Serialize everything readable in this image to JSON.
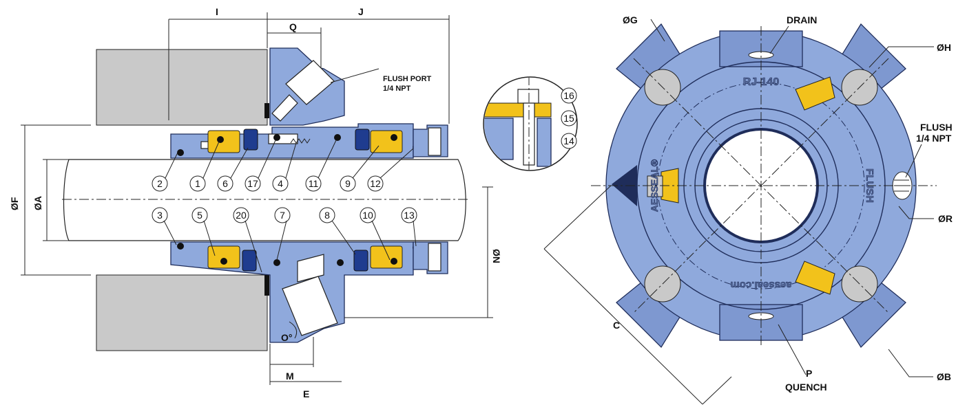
{
  "section_view": {
    "dimensions": {
      "I": "I",
      "J": "J",
      "Q": "Q",
      "M": "M",
      "E": "E",
      "F": "ØF",
      "A": "ØA",
      "N": "ØN",
      "O": "O°"
    },
    "flush_port": [
      "FLUSH PORT",
      "1/4 NPT"
    ],
    "balloons_top": [
      "2",
      "1",
      "6",
      "17",
      "4",
      "11",
      "9",
      "12"
    ],
    "balloons_bottom": [
      "3",
      "5",
      "20",
      "7",
      "8",
      "10",
      "13"
    ]
  },
  "detail_view": {
    "balloons": [
      "16",
      "15",
      "14"
    ]
  },
  "end_view": {
    "labels": {
      "G": "ØG",
      "drain": "DRAIN",
      "H": "ØH",
      "flush": [
        "FLUSH",
        "1/4 NPT"
      ],
      "R": "ØR",
      "B": "ØB",
      "C": "C",
      "P": "P",
      "quench": "QUENCH"
    },
    "embossed": {
      "model": "RJ-140",
      "flush": "FLUSH",
      "brand": "AESSEAL®",
      "url": "aesseal.com"
    }
  },
  "colors": {
    "housing_blue": "#8fa9dc",
    "seal_face_yellow": "#f2c21b",
    "o_ring_navy": "#1f3c8f",
    "gland_gray": "#c9c9c9"
  }
}
